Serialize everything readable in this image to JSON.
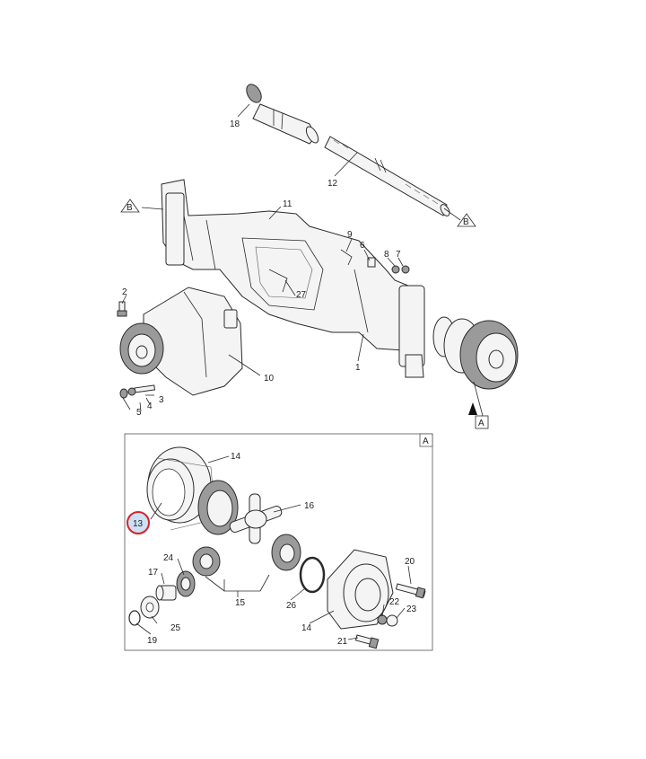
{
  "diagram": {
    "callouts": {
      "c1": "1",
      "c2": "2",
      "c3": "3",
      "c4": "4",
      "c5": "5",
      "c6": "6",
      "c7": "7",
      "c8": "8",
      "c9": "9",
      "c10": "10",
      "c11": "11",
      "c12": "12",
      "c13": "13",
      "c14a": "14",
      "c14b": "14",
      "c15": "15",
      "c16": "16",
      "c17": "17",
      "c18": "18",
      "c19": "19",
      "c20": "20",
      "c21": "21",
      "c22": "22",
      "c23": "23",
      "c24": "24",
      "c25": "25",
      "c26": "26",
      "c27": "27"
    },
    "refs": {
      "b_left": "B",
      "b_right": "B",
      "a_pointer": "A",
      "a_detail": "A"
    },
    "highlight": {
      "label": "13",
      "ring_color": "#d0262b",
      "fill_color": "#cfe0f5"
    }
  }
}
